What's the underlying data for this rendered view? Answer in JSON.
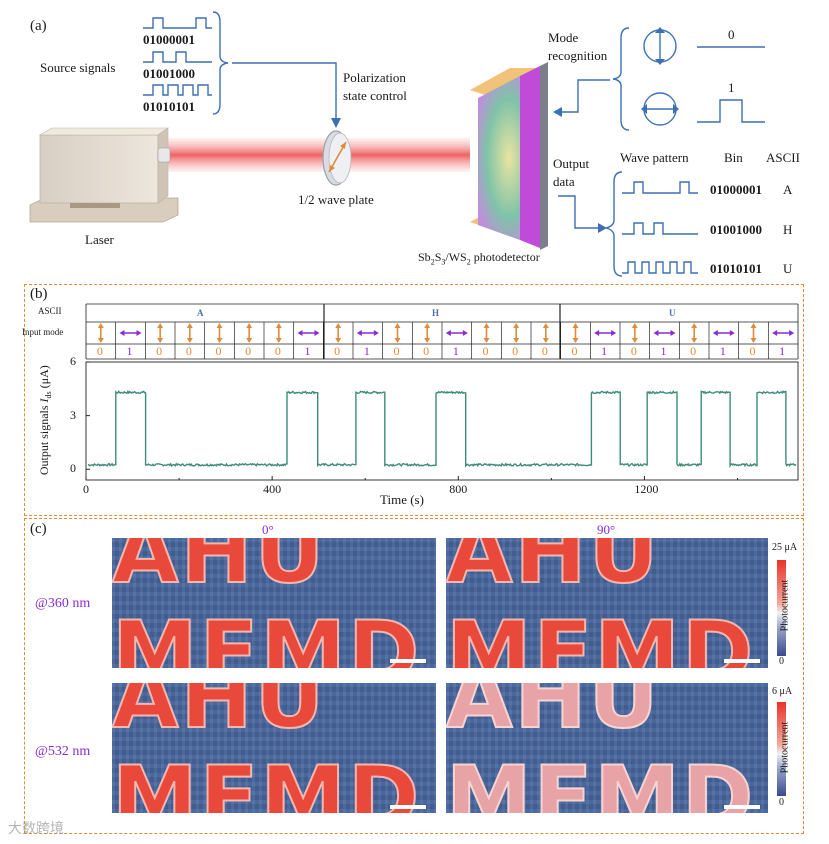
{
  "panel_a": {
    "label": "(a)",
    "source_signals": "Source signals",
    "codes": [
      "01000001",
      "01001000",
      "01010101"
    ],
    "polarization": [
      "Polarization",
      "state control"
    ],
    "wave_plate": "1/2 wave plate",
    "laser": "Laser",
    "mode_recognition": [
      "Mode",
      "recognition"
    ],
    "bit_zero": "0",
    "bit_one": "1",
    "output_data": [
      "Output",
      "data"
    ],
    "headers": [
      "Wave pattern",
      "Bin",
      "ASCII"
    ],
    "rows": [
      {
        "bin": "01000001",
        "ascii": "A"
      },
      {
        "bin": "01001000",
        "ascii": "H"
      },
      {
        "bin": "01010101",
        "ascii": "U"
      }
    ],
    "detector": {
      "pre": "Sb",
      "s1": "2",
      "mid": "S",
      "s2": "3",
      "mid2": "/WS",
      "s3": "2",
      "post": " photodetector"
    }
  },
  "panel_b": {
    "label": "(b)",
    "row_ascii": "ASCII",
    "row_input": "Input mode",
    "letters": [
      "A",
      "H",
      "U"
    ],
    "bits": [
      "0",
      "1",
      "0",
      "0",
      "0",
      "0",
      "0",
      "1",
      "0",
      "1",
      "0",
      "0",
      "1",
      "0",
      "0",
      "0",
      "0",
      "1",
      "0",
      "1",
      "0",
      "1",
      "0",
      "1"
    ],
    "chart_data": {
      "type": "line",
      "xlabel": "Time (s)",
      "ylabel": "Output signals I_ds (μA)",
      "ylabel_parts": {
        "pre": "Output signals ",
        "var": "I",
        "sub": "ds",
        "post": " (μA)"
      },
      "xlim": [
        0,
        1530
      ],
      "ylim": [
        -0.6,
        6
      ],
      "xticks": [
        0,
        400,
        800,
        1200
      ],
      "yticks": [
        0,
        3,
        6
      ],
      "low_level": 0.25,
      "high_level": 4.3,
      "high_intervals": [
        [
          64,
          126
        ],
        [
          432,
          496
        ],
        [
          580,
          640
        ],
        [
          752,
          814
        ],
        [
          1085,
          1146
        ],
        [
          1205,
          1268
        ],
        [
          1322,
          1383
        ],
        [
          1441,
          1502
        ]
      ],
      "line_color": "#3d8c7a"
    }
  },
  "panel_c": {
    "label": "(c)",
    "angles": [
      "0°",
      "90°"
    ],
    "wavelengths": [
      "@360 nm",
      "@532 nm"
    ],
    "pattern_text": "AHU MFMD",
    "colorbar_label": "Photocurrent",
    "cbar_max": [
      "25 μA",
      "6 μA"
    ],
    "cbar_min": [
      "0",
      "0"
    ]
  },
  "watermark": "大数跨境",
  "colors": {
    "blue_line": "#3b6fb6",
    "orange": "#e08a3a",
    "purple": "#8a2bd6",
    "laser": "#f07070",
    "table_blue": "#4a6fb6"
  }
}
